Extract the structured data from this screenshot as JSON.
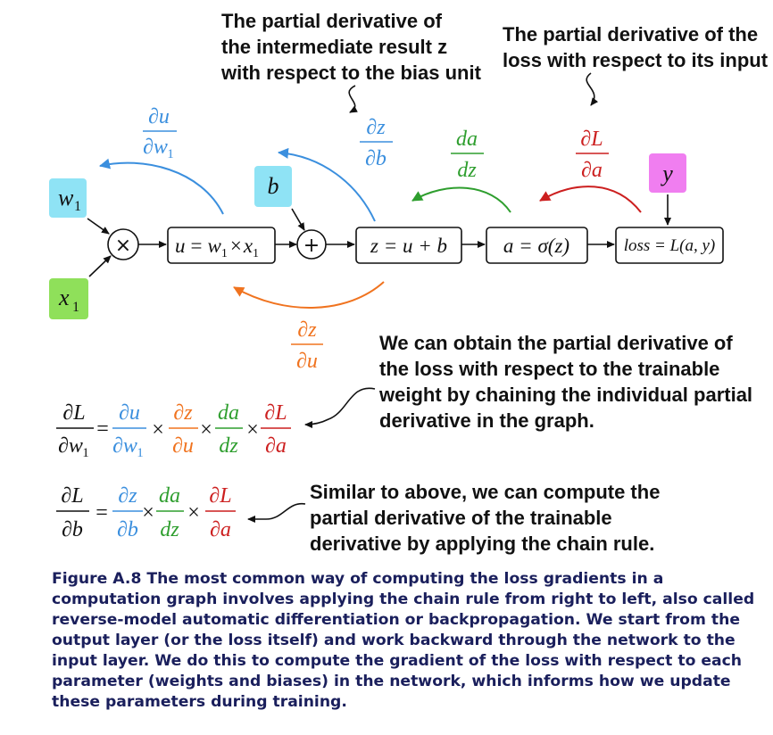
{
  "annotations": {
    "bias_partial": [
      "The partial derivative of",
      "the intermediate result z",
      "with respect to the bias unit"
    ],
    "loss_partial": [
      "The partial derivative of the",
      "loss with respect to its input"
    ],
    "chain_weight": [
      "We can obtain the partial derivative of",
      "the loss with respect to the trainable",
      "weight by chaining the individual partial",
      "derivative in the graph."
    ],
    "chain_bias": [
      "Similar to above, we can compute the",
      "partial derivative of the trainable",
      "derivative by applying the chain rule."
    ]
  },
  "inputs": {
    "w1": {
      "base": "w",
      "sub": "1",
      "color": "#8fe3f5"
    },
    "x1": {
      "base": "x",
      "sub": "1",
      "color": "#8fe05a"
    },
    "b": {
      "label": "b",
      "color": "#8fe3f5"
    },
    "y": {
      "label": "y",
      "color": "#f07ef0"
    }
  },
  "operators": {
    "multiply": "×",
    "add": "+"
  },
  "nodes": {
    "u": {
      "lhs": "u",
      "eq": "=",
      "w": "w",
      "wsub": "1",
      "times": "×",
      "x": "x",
      "xsub": "1"
    },
    "z": "z = u + b",
    "a": "a = σ(z)",
    "loss": "loss = L(a, y)"
  },
  "gradients": {
    "du_dw1": {
      "num": "∂u",
      "den": "∂w",
      "densub": "1",
      "color": "#3b8fde"
    },
    "dz_db": {
      "num": "∂z",
      "den": "∂b",
      "color": "#3b8fde"
    },
    "da_dz": {
      "num": "da",
      "den": "dz",
      "color": "#2e9e2e"
    },
    "dL_da": {
      "num": "∂L",
      "den": "∂a",
      "color": "#cc1f1f"
    },
    "dz_du": {
      "num": "∂z",
      "den": "∂u",
      "color": "#f0731f"
    }
  },
  "equations": {
    "eq1": {
      "lhs_num": "∂L",
      "lhs_den": "∂w",
      "lhs_densub": "1",
      "eq": "=",
      "t1_num": "∂u",
      "t1_den": "∂w",
      "t1_densub": "1",
      "t2_num": "∂z",
      "t2_den": "∂u",
      "t3_num": "da",
      "t3_den": "dz",
      "t4_num": "∂L",
      "t4_den": "∂a",
      "times": "×"
    },
    "eq2": {
      "lhs_num": "∂L",
      "lhs_den": "∂b",
      "eq": "=",
      "t1_num": "∂z",
      "t1_den": "∂b",
      "t2_num": "da",
      "t2_den": "dz",
      "t3_num": "∂L",
      "t3_den": "∂a",
      "times": "×"
    }
  },
  "caption": {
    "label": "Figure A.8",
    "text": " The most common way of computing the loss gradients in a computation graph involves applying the chain rule from right to left, also called reverse-model automatic differentiation or backpropagation. We start from the output layer (or the loss itself) and work backward through the network to the input layer. We do this to compute the gradient of the loss with respect to each parameter (weights and biases) in the network, which informs how we update these parameters during training."
  }
}
